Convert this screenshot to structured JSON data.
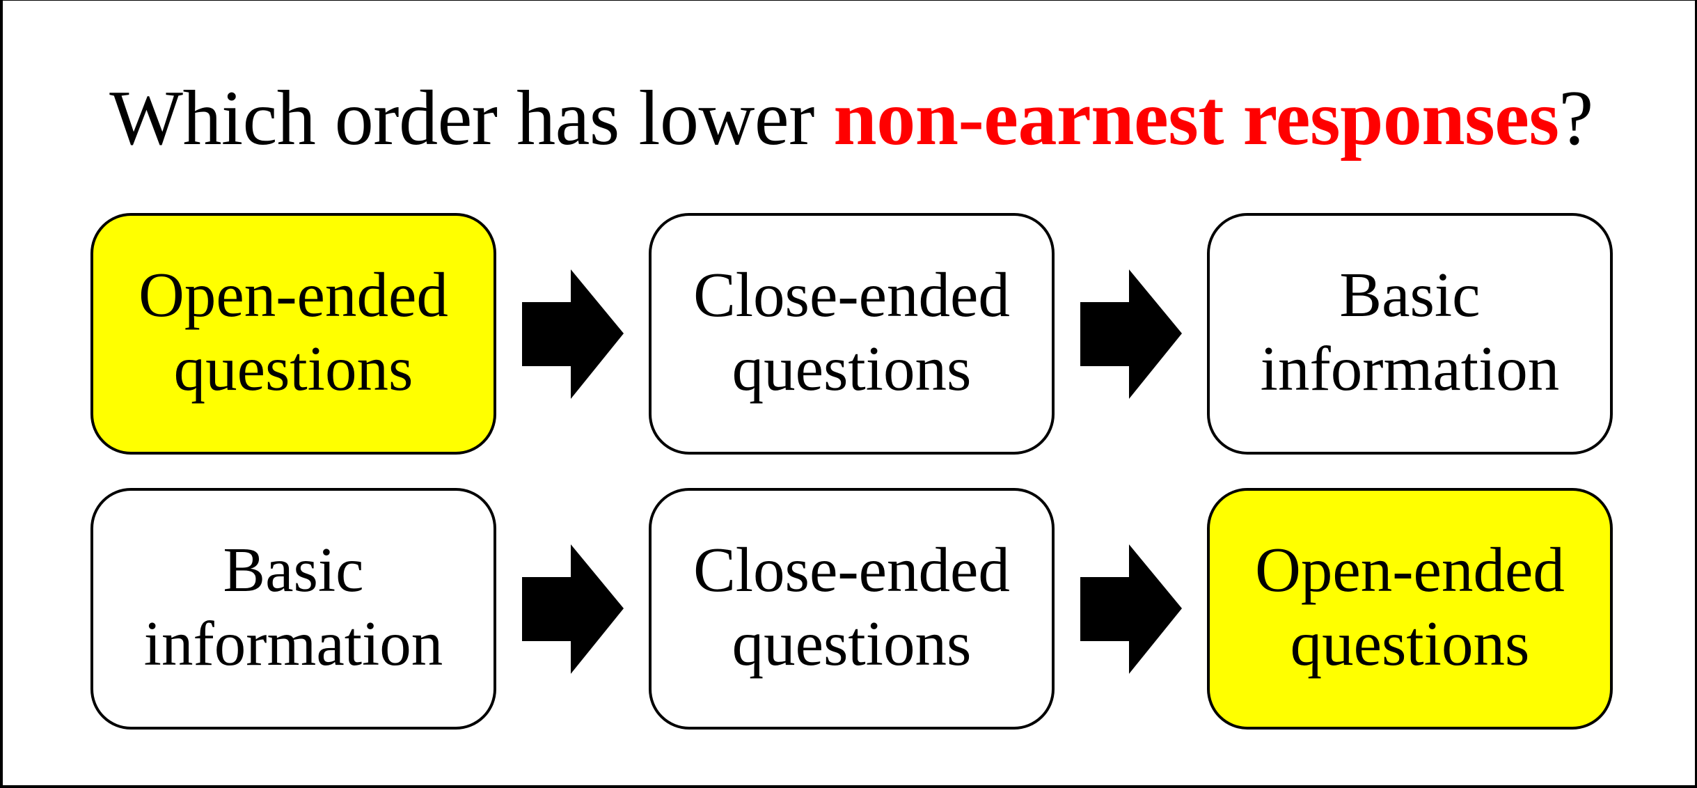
{
  "title": {
    "prefix": "Which order has lower ",
    "highlight": "non-earnest responses",
    "suffix": "?",
    "highlight_color": "#FF0000"
  },
  "colors": {
    "highlight_fill": "#FFFF00",
    "default_fill": "#FFFFFF",
    "stroke": "#000000"
  },
  "rows": [
    {
      "boxes": [
        {
          "line1": "Open-ended",
          "line2": "questions",
          "highlighted": true
        },
        {
          "line1": "Close-ended",
          "line2": "questions",
          "highlighted": false
        },
        {
          "line1": "Basic",
          "line2": "information",
          "highlighted": false
        }
      ],
      "arrows": [
        "arrow-right-icon",
        "arrow-right-icon"
      ]
    },
    {
      "boxes": [
        {
          "line1": "Basic",
          "line2": "information",
          "highlighted": false
        },
        {
          "line1": "Close-ended",
          "line2": "questions",
          "highlighted": false
        },
        {
          "line1": "Open-ended",
          "line2": "questions",
          "highlighted": true
        }
      ],
      "arrows": [
        "arrow-right-icon",
        "arrow-right-icon"
      ]
    }
  ]
}
